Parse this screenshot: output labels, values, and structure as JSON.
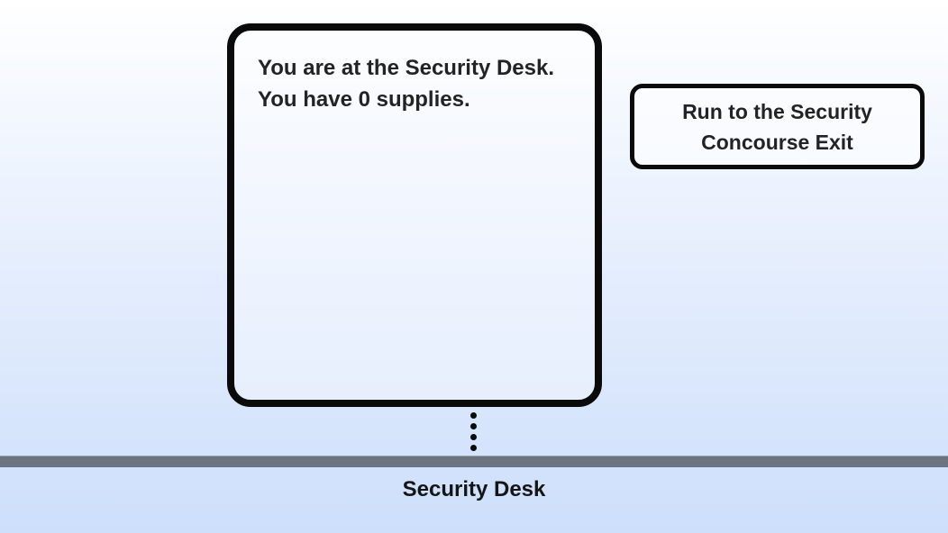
{
  "scene": {
    "narration": {
      "line1": "You are at the Security Desk.",
      "line2": "You have 0 supplies."
    },
    "location_label": "Security Desk"
  },
  "actions": {
    "run_button_label": "Run to the Security Concourse Exit"
  },
  "colors": {
    "bg_top": "#ffffff",
    "bg_mid": "#e4edfd",
    "bg_bottom": "#cddffb",
    "ink": "#0a0a0a",
    "text": "#232323",
    "floor": "#6b7480",
    "floor_edge": "#9aa1ac"
  }
}
